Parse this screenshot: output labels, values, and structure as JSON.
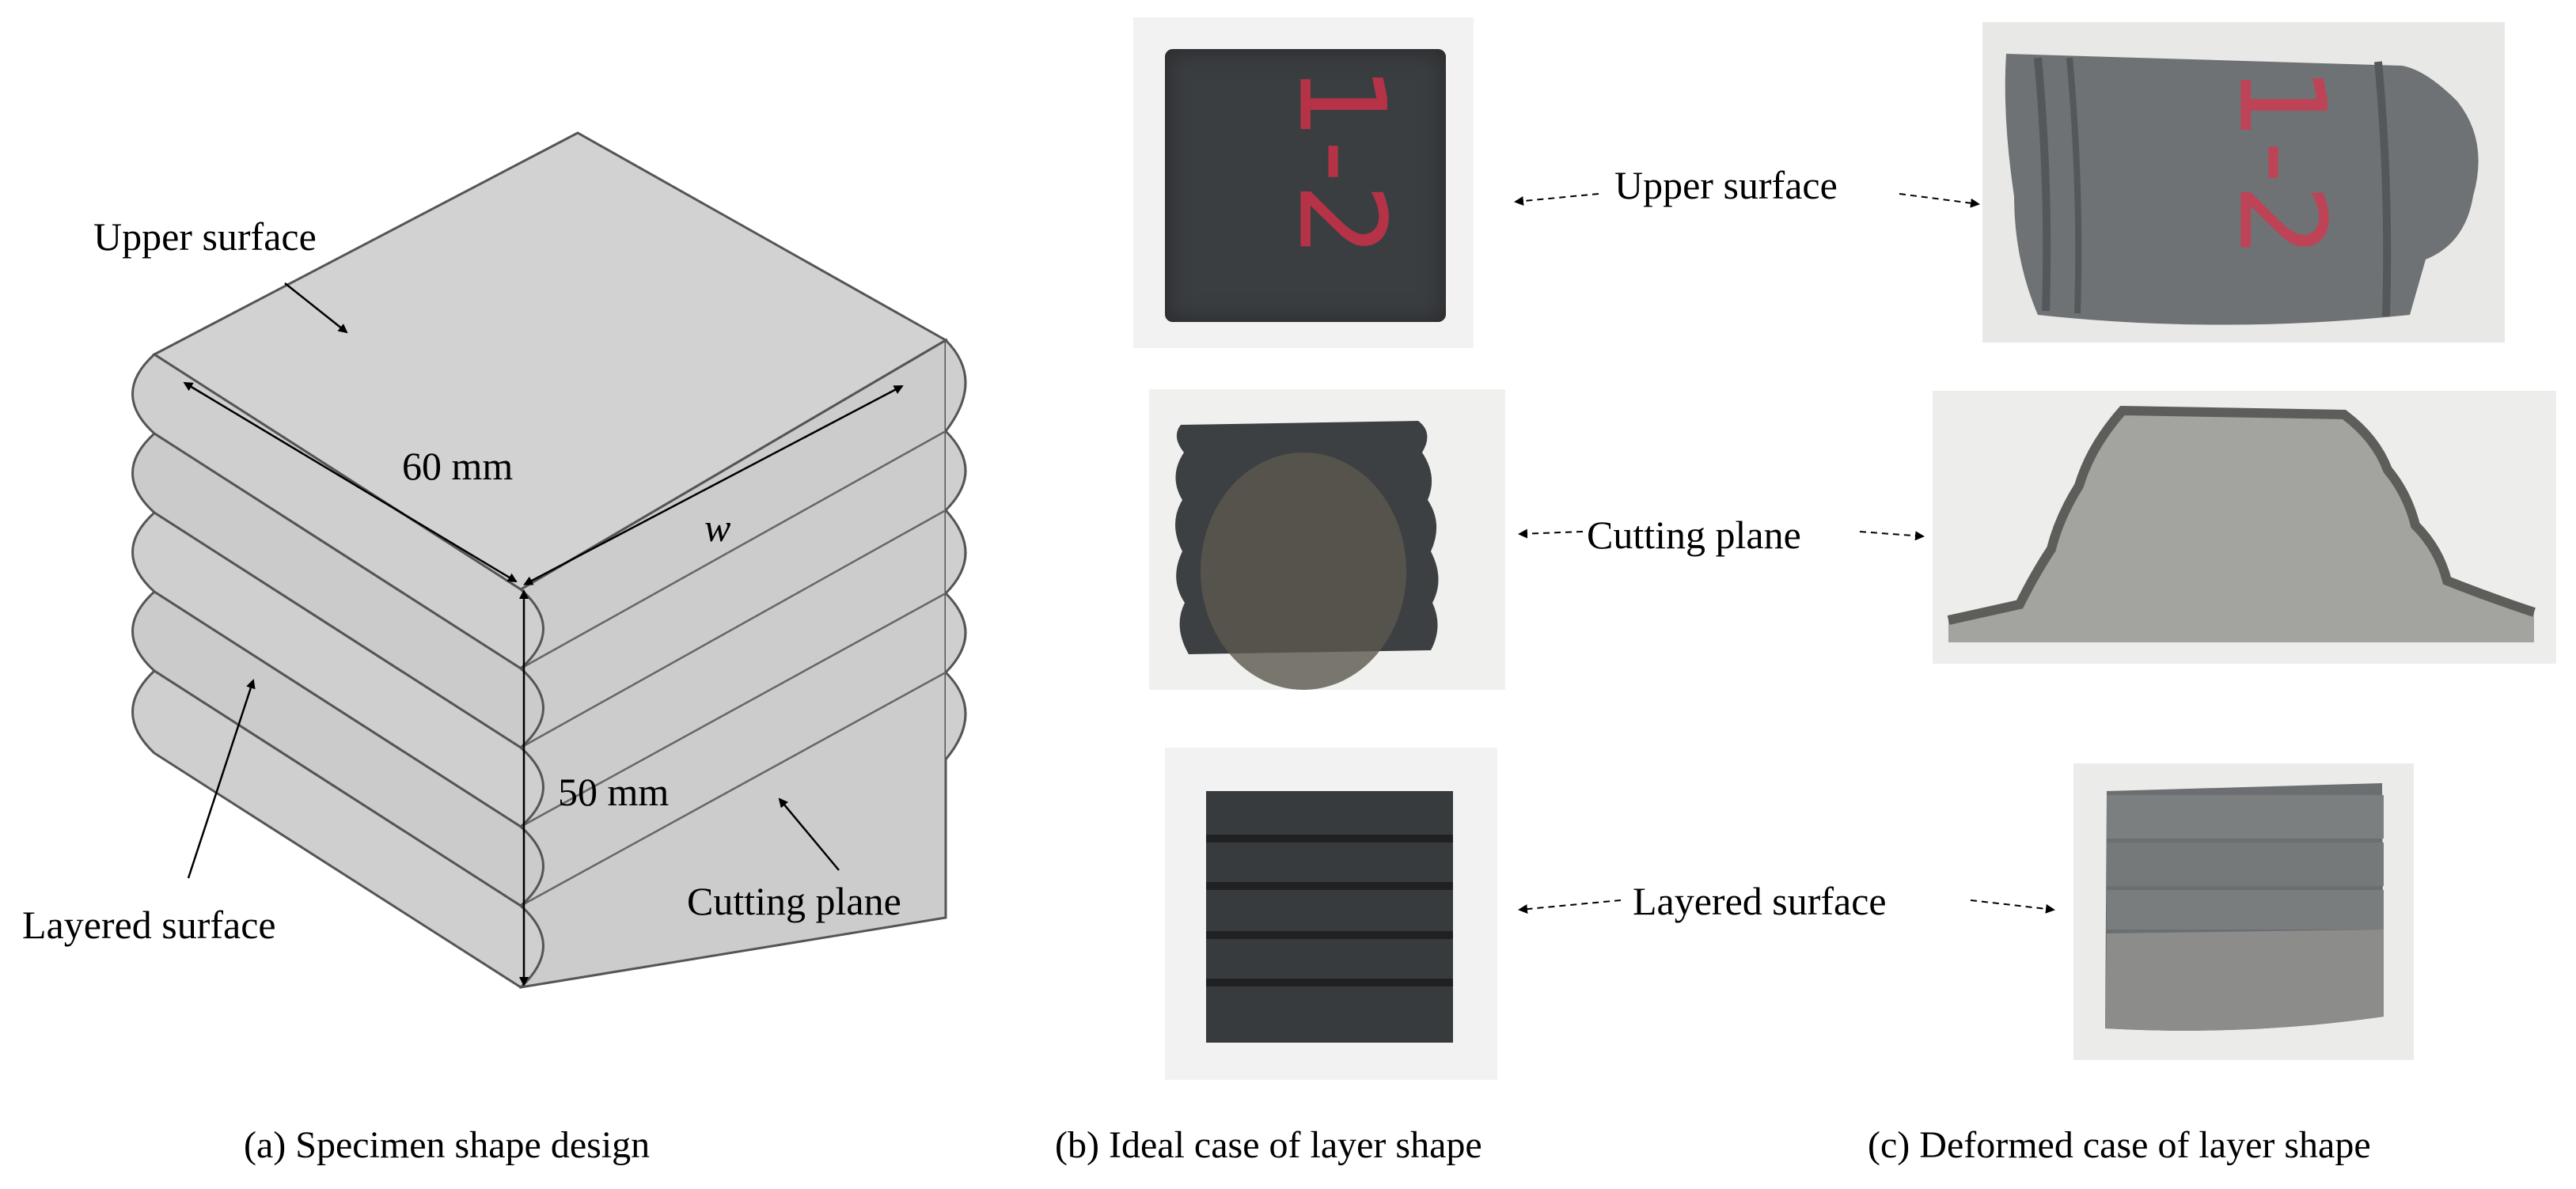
{
  "panel_a": {
    "caption": "(a) Specimen shape design",
    "labels": {
      "upper_surface": "Upper surface",
      "width_60": "60 mm",
      "w": "w",
      "height_50": "50 mm",
      "layered_surface": "Layered surface",
      "cutting_plane": "Cutting plane"
    }
  },
  "panel_b": {
    "caption": "(b) Ideal case of layer shape"
  },
  "panel_c": {
    "caption": "(c) Deformed case of layer shape"
  },
  "center_labels": {
    "upper_surface": "Upper surface",
    "cutting_plane": "Cutting plane",
    "layered_surface": "Layered surface"
  },
  "photo_marks": {
    "ideal_upper": "1-2",
    "deformed_upper": "1-2"
  },
  "colors": {
    "specimen_fill": "#d0d0d0",
    "specimen_edge": "#555555",
    "concrete_dark": "#3b3e41",
    "concrete_grey": "#6c6f71",
    "deformed_light": "#9c9c98",
    "red_mark": "#e0304a",
    "photo_bg": "#f2f2f2"
  }
}
